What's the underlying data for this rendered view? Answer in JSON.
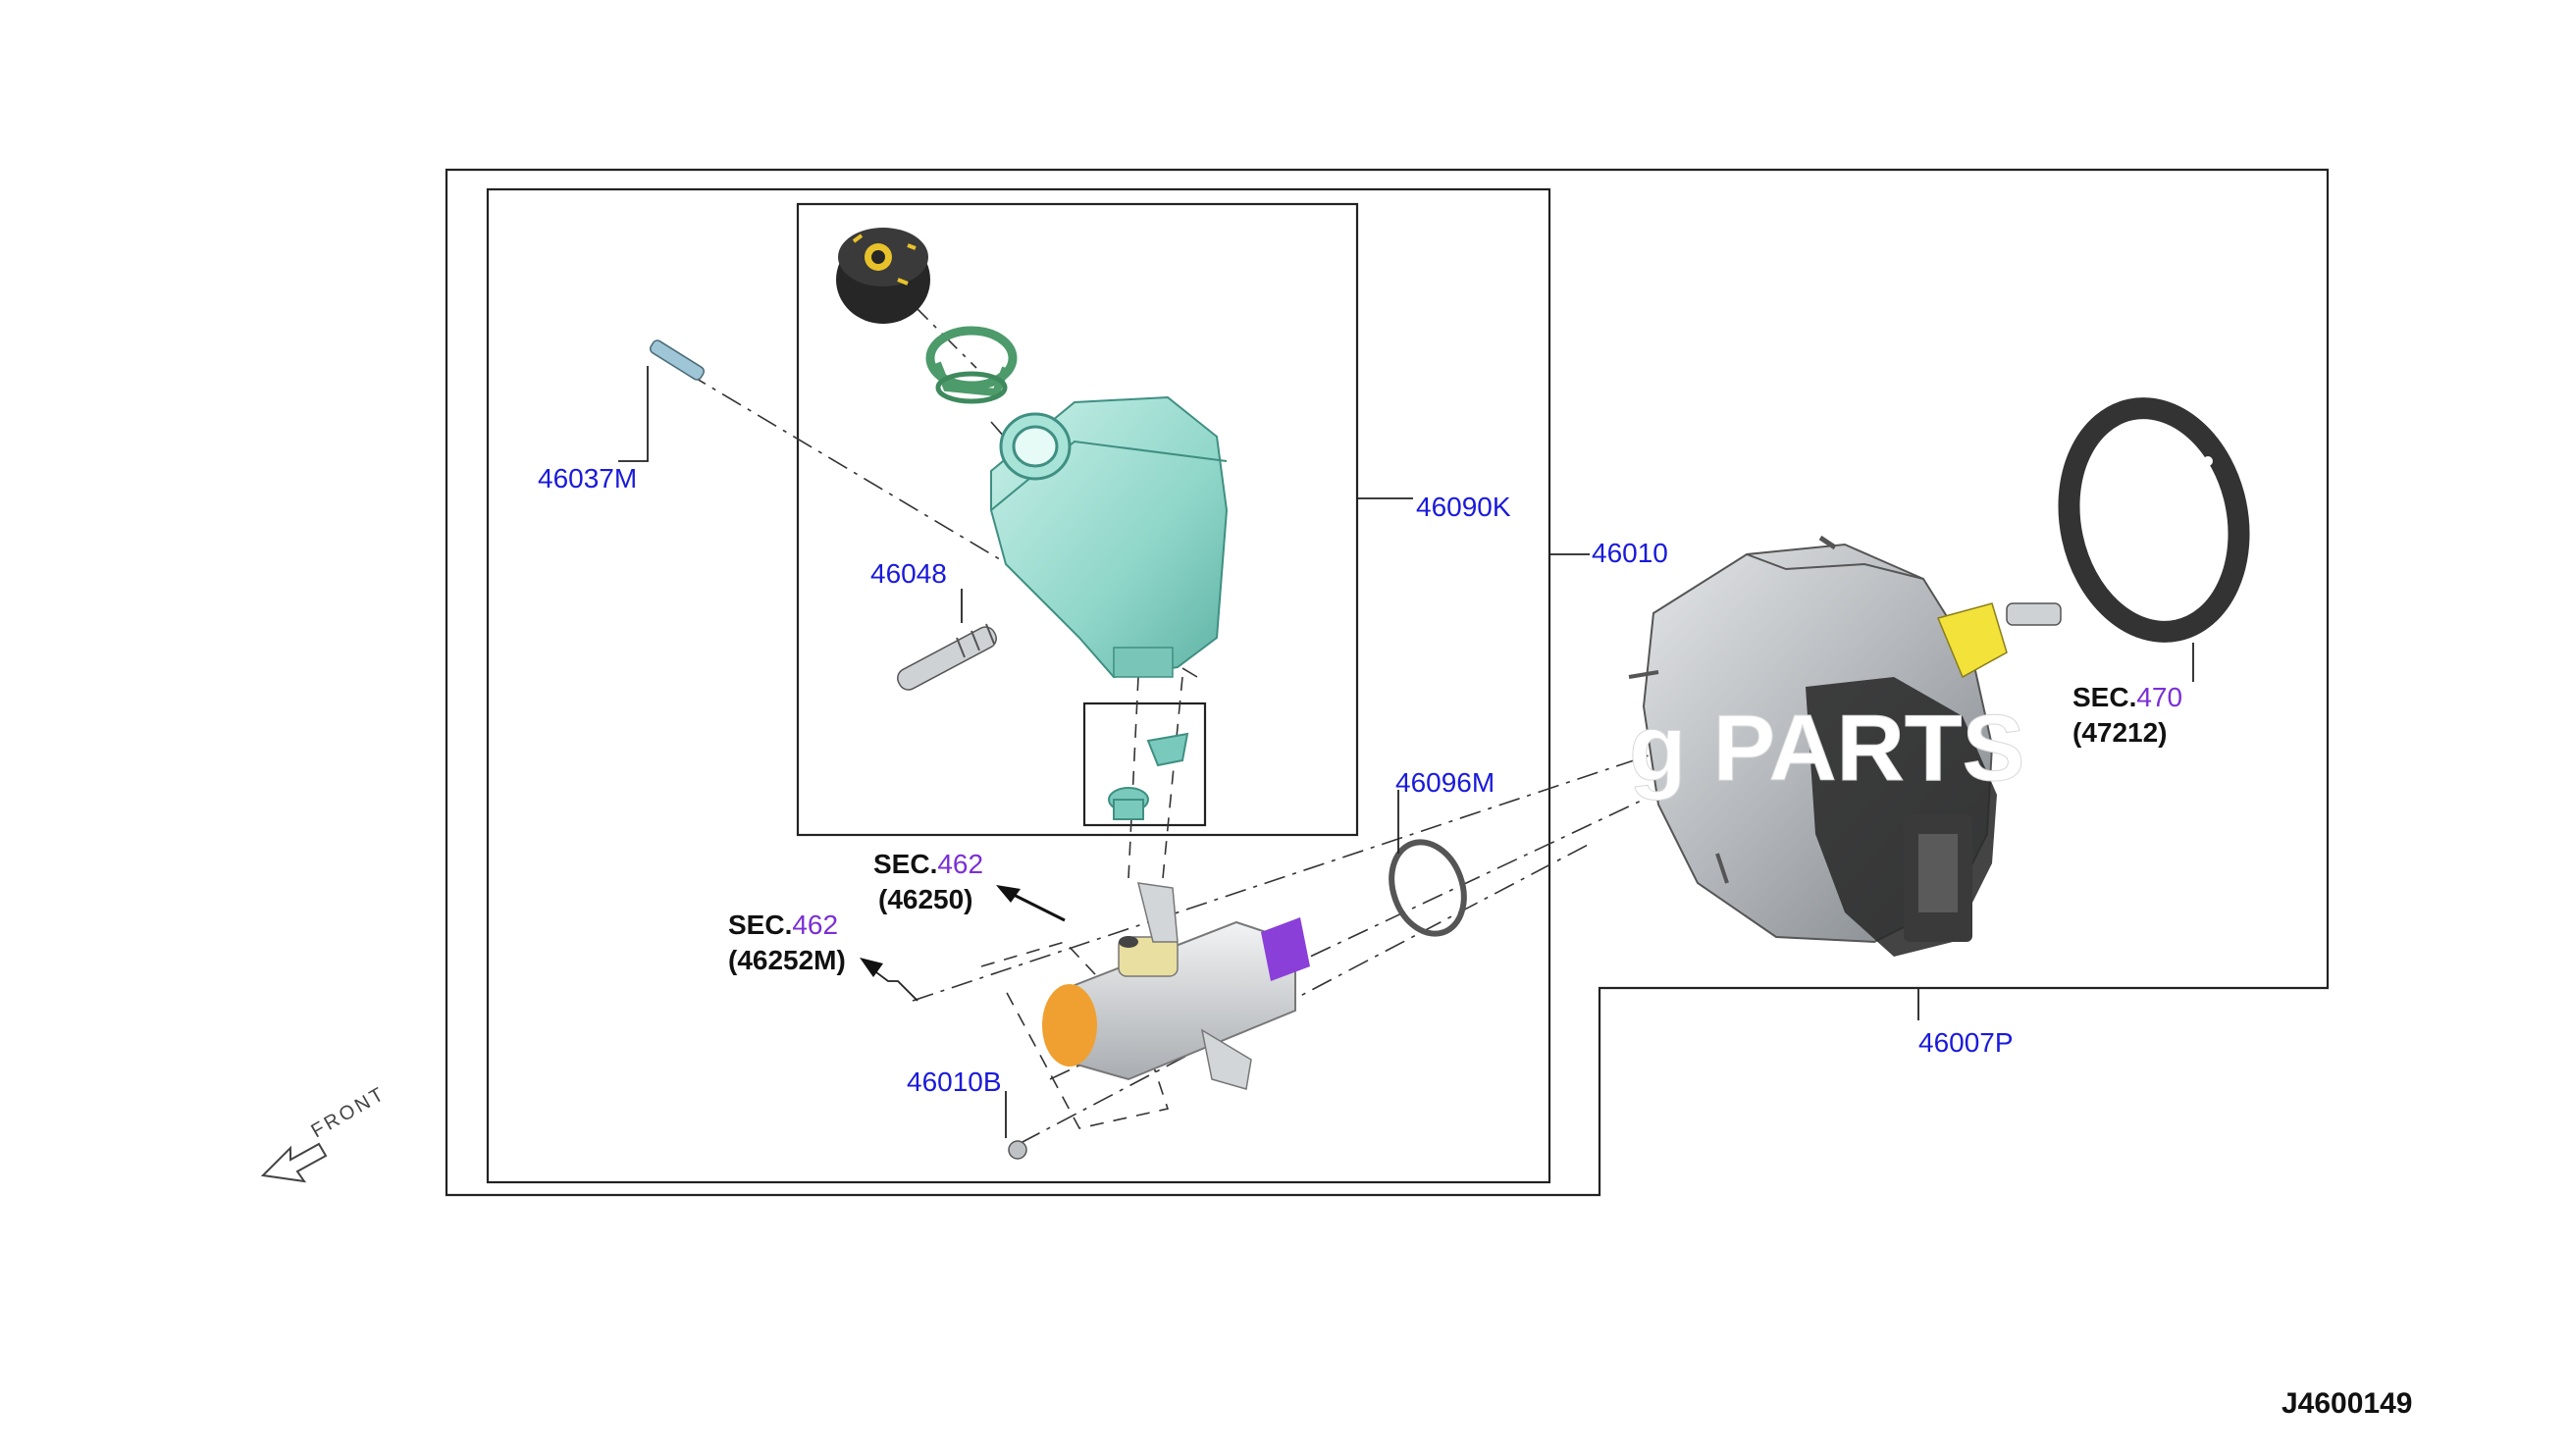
{
  "diagram": {
    "code": "J4600149",
    "watermark": "g PARTS",
    "front_label": "FRONT",
    "parts": {
      "p46037M": "46037M",
      "p46090K": "46090K",
      "p46010": "46010",
      "p46048": "46048",
      "p46096M": "46096M",
      "p46010B": "46010B",
      "p46007P": "46007P"
    },
    "sec_refs": {
      "ref1": {
        "prefix": "SEC.",
        "num": "462",
        "sub": "(46250)"
      },
      "ref2": {
        "prefix": "SEC.",
        "num": "462",
        "sub": "(46252M)"
      },
      "ref3": {
        "prefix": "SEC.",
        "num": "470",
        "sub": "(47212)"
      }
    },
    "colors": {
      "reservoir": "#8fd6c9",
      "cap": "#2d2d2d",
      "cap_accent": "#e8c22a",
      "filter": "#5fa97a",
      "booster": "#b8bcc0",
      "yellow_part": "#f2e23a",
      "orange_part": "#f0a030",
      "purple_part": "#8a3fd8",
      "master_cyl": "#d6d8da",
      "part_number": "#1a1adb",
      "sec_number": "#7a2fd6"
    }
  }
}
